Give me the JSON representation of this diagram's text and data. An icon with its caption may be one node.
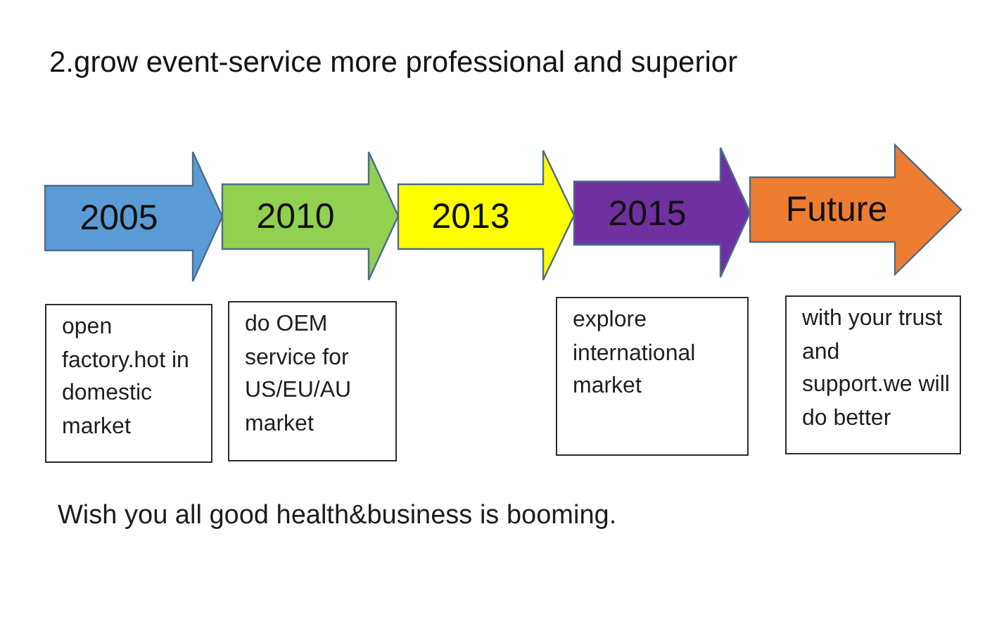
{
  "diagram": {
    "title": "2.grow event-service more professional and superior",
    "nodes": [
      {
        "text": [
          "2005"
        ]
      },
      {
        "text": [
          "2010"
        ]
      },
      {
        "text": [
          "2013"
        ]
      },
      {
        "text": [
          "2015"
        ]
      },
      {
        "text": [
          "Future"
        ]
      },
      {
        "text": [
          "open factory.hot in domestic market"
        ]
      },
      {
        "text": [
          "do OEM service for US/EU/AU market"
        ]
      },
      {
        "text": [
          "explore international market"
        ]
      },
      {
        "text": [
          "with your trust and support.we will do better"
        ]
      }
    ],
    "labels": [
      "Wish you all good health&business is booming."
    ]
  }
}
